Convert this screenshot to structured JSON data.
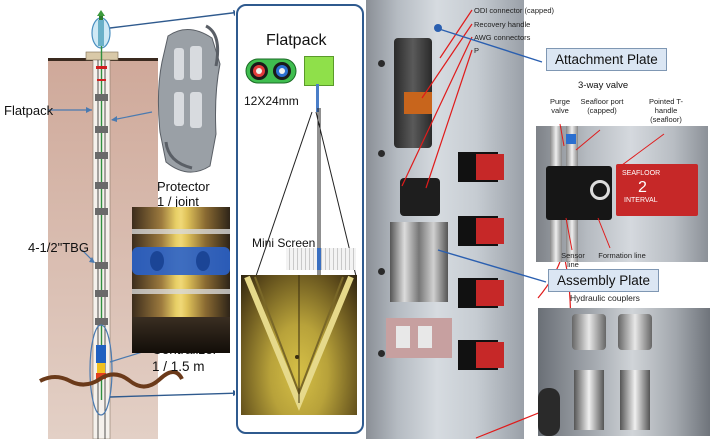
{
  "well": {
    "flatpack_label": "Flatpack",
    "tbg_label": "4-1/2\"TBG",
    "centralizer_label": "Centralizer",
    "centralizer_spacing": "1 / 1.5 m"
  },
  "protector": {
    "label": "Protector",
    "spacing": "1 / joint"
  },
  "flatpack_panel": {
    "title": "Flatpack",
    "size": "12X24mm",
    "mini_screen_label": "Mini Screen"
  },
  "assembly": {
    "odi_label": "ODI connector (capped)",
    "recovery_label": "Recovery handle",
    "awg_label": "AWG connectors",
    "p_label": "P",
    "attachment_callout": "Attachment Plate",
    "assembly_callout": "Assembly Plate"
  },
  "valve": {
    "title": "3-way valve",
    "purge_label": "Purge valve",
    "seafloor_port_label": "Seafloor port (capped)",
    "pointed_label": "Pointed T-handle (seafloor)",
    "interval_number": "2",
    "seafloor_text": "SEAFLOOR",
    "interval_text": "INTERVAL",
    "sensor_label": "Sensor line",
    "formation_label": "Formation line",
    "couplers_label": "Hydraulic couplers"
  },
  "colors": {
    "formation": "#d4b5a8",
    "callout_fill": "#dbe6f3",
    "panel_border": "#2f5a8e",
    "red_line": "#e01b1b"
  }
}
